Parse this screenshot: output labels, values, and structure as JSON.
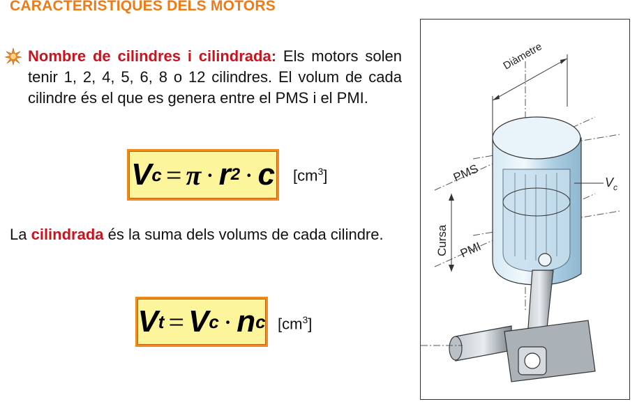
{
  "title": "CARACTERISTIQUES DELS MOTORS",
  "section1": {
    "bullet_icon": "orange-star-bullet-icon",
    "heading": "Nombre de cilindres i cilindrada:",
    "text": " Els motors solen tenir 1, 2, 4, 5, 6, 8 o 12 cilindres. El volum de cada cilindre és el que es genera entre el PMS i el PMI."
  },
  "formula1": {
    "lhs": "V",
    "lhs_sub": "c",
    "eq": "=",
    "pi": "π",
    "dot": "·",
    "r": "r",
    "exp": "2",
    "c": "c",
    "unit": "[cm",
    "unit_sup": "3",
    "unit_close": "]"
  },
  "section2": {
    "prefix": "La ",
    "keyword": "cilindrada",
    "text": " és la suma dels volums de cada cilindre."
  },
  "formula2": {
    "lhs": "V",
    "lhs_sub": "t",
    "eq": "=",
    "v": "V",
    "v_sub": "c",
    "dot": "·",
    "n": "n",
    "n_sub": "c",
    "unit": "[cm",
    "unit_sup": "3",
    "unit_close": "]"
  },
  "figure": {
    "label_diameter": "Diàmetre",
    "label_pms": "PMS",
    "label_pmi": "PMI",
    "label_cursa": "Cursa",
    "label_vc": "V",
    "label_vc_sub": "c",
    "colors": {
      "cylinder": "#b8d8ea",
      "cylinder_dark": "#7fa8c2",
      "metal": "#9aa4ac",
      "metal_dark": "#5e666d"
    }
  }
}
